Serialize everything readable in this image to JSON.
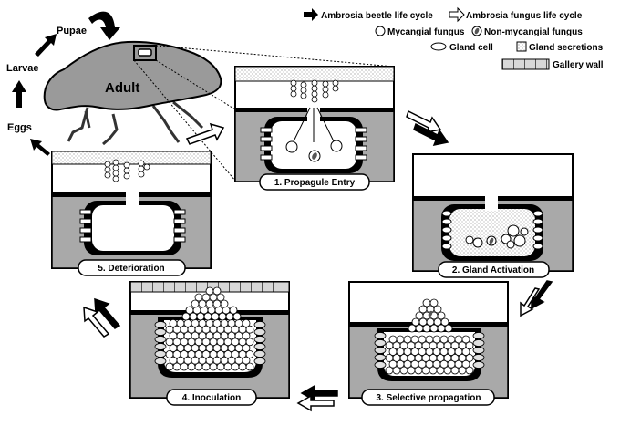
{
  "legend": {
    "beetle_cycle": "Ambrosia beetle life cycle",
    "fungus_cycle": "Ambrosia fungus life cycle",
    "mycangial": "Mycangial fungus",
    "non_mycangial": "Non-mycangial fungus",
    "gland_cell": "Gland cell",
    "gland_secretions": "Gland secretions",
    "gallery_wall": "Gallery wall"
  },
  "life_stages": {
    "pupae": "Pupae",
    "larvae": "Larvae",
    "eggs": "Eggs",
    "adult": "Adult"
  },
  "panels": [
    {
      "label": "1. Propagule Entry"
    },
    {
      "label": "2. Gland Activation"
    },
    {
      "label": "3. Selective propagation"
    },
    {
      "label": "4. Inoculation"
    },
    {
      "label": "5. Deterioration"
    }
  ],
  "colors": {
    "tissue_gray": "#a9a9a9",
    "beetle_gray": "#9a9a9a",
    "outline": "#000000",
    "fungus_fill": "#ffffff",
    "non_mycangial_fill": "#777777"
  }
}
